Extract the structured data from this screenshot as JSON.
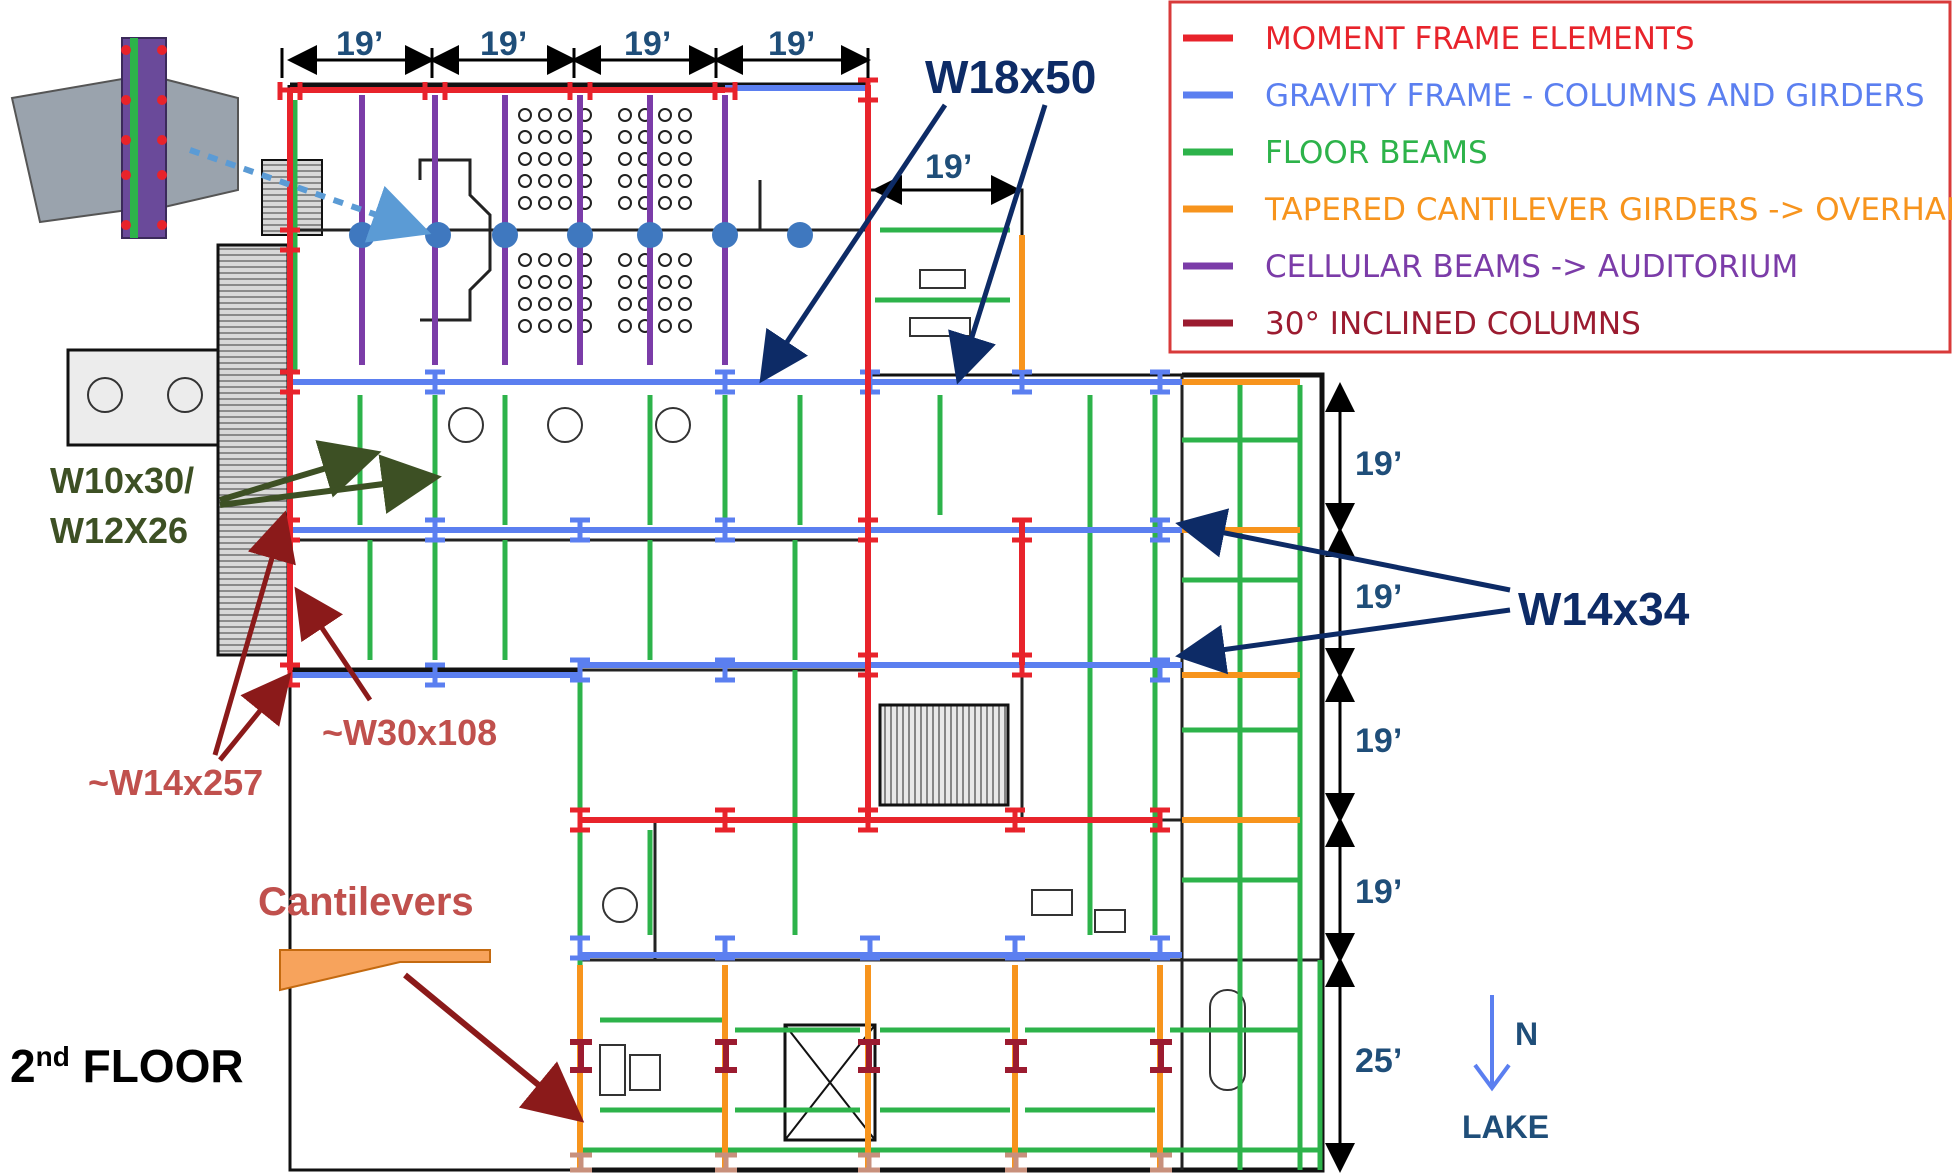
{
  "legend": {
    "items": [
      {
        "label": "MOMENT FRAME ELEMENTS",
        "color": "#e8232b"
      },
      {
        "label": "GRAVITY FRAME - COLUMNS AND GIRDERS",
        "color": "#5b7ff0"
      },
      {
        "label": "FLOOR BEAMS",
        "color": "#2db34a"
      },
      {
        "label": "TAPERED CANTILEVER GIRDERS -> OVERHANG",
        "color": "#f7941d"
      },
      {
        "label": "CELLULAR BEAMS -> AUDITORIUM",
        "color": "#7b3ca8"
      },
      {
        "label": "30° INCLINED COLUMNS",
        "color": "#9b1b30"
      }
    ]
  },
  "dimensions": {
    "top_bays": [
      "19’",
      "19’",
      "19’",
      "19’"
    ],
    "upper_right_bay": "19’",
    "right_bays": [
      "19’",
      "19’",
      "19’",
      "19’",
      "25’"
    ]
  },
  "members": {
    "w18x50": "W18x50",
    "w14x34": "W14x34",
    "w10x30": "W10x30/",
    "w12x26": "W12X26",
    "w14x257": "~W14x257",
    "w30x108": "~W30x108"
  },
  "cantilevers_label": "Cantilevers",
  "floor_label": {
    "prefix": "2",
    "superscript": "nd",
    "suffix": " FLOOR"
  },
  "north": {
    "letter": "N",
    "lake": "LAKE"
  },
  "colors": {
    "moment": "#e8232b",
    "gravity": "#5b7ff0",
    "floor_beam": "#2db34a",
    "cantilever": "#f7941d",
    "cellular": "#7b3ca8",
    "inclined": "#9b1b30",
    "arrow_navy": "#0d2b66",
    "arrow_olive": "#3d5024",
    "arrow_darkred": "#8b1a1a",
    "label_salmon": "#c0504d"
  }
}
